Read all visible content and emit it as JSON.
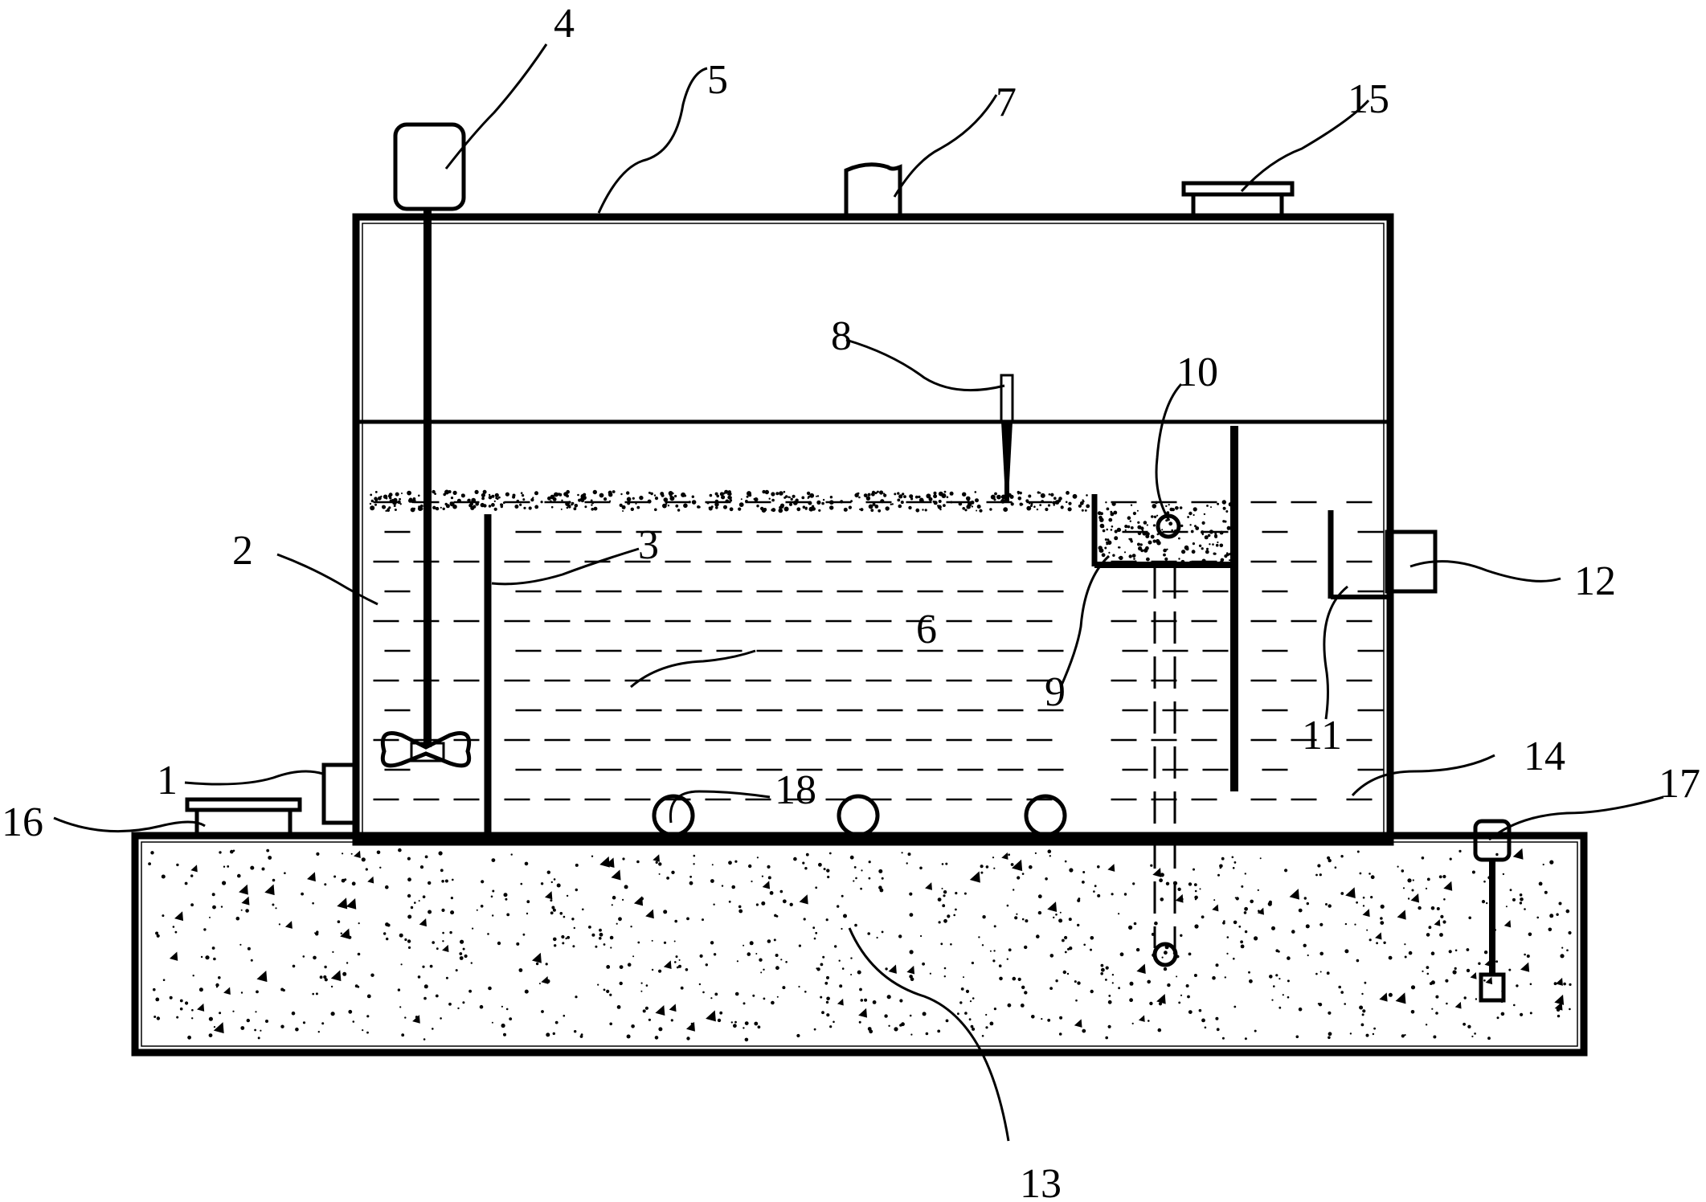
{
  "diagram": {
    "labels": [
      "1",
      "2",
      "3",
      "4",
      "5",
      "6",
      "7",
      "8",
      "9",
      "10",
      "11",
      "12",
      "13",
      "14",
      "15",
      "16",
      "17",
      "18"
    ],
    "colors": {
      "line": "#000000",
      "background": "#ffffff"
    }
  }
}
